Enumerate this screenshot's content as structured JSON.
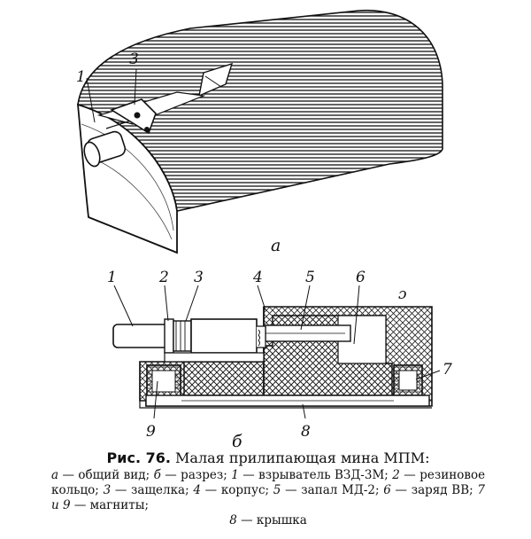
{
  "view_a": {
    "labels": {
      "fuse": "1",
      "latch": "3"
    },
    "caption_letter": "а"
  },
  "view_b": {
    "labels": [
      "1",
      "2",
      "3",
      "4",
      "5",
      "6",
      "7",
      "9",
      "8"
    ],
    "caption_letter": "б",
    "mark": "ɔ"
  },
  "caption": {
    "figure_number": "Рис. 76.",
    "figure_title": "Малая прилипающая мина МПМ:",
    "legend": [
      {
        "key": "а",
        "text": "— общий вид;"
      },
      {
        "key": "б",
        "text": "— разрез;"
      },
      {
        "key": "1",
        "text": "— взрыватель ВЗД-3М;"
      },
      {
        "key": "2",
        "text": "— резиновое кольцо;"
      },
      {
        "key": "3",
        "text": "— защелка;"
      },
      {
        "key": "4",
        "text": "— корпус;"
      },
      {
        "key": "5",
        "text": "— запал МД-2;"
      },
      {
        "key": "6",
        "text": "— заряд ВВ;"
      },
      {
        "key": "7 и 9",
        "text": "— магниты;"
      },
      {
        "key": "8",
        "text": "— крышка"
      }
    ]
  }
}
